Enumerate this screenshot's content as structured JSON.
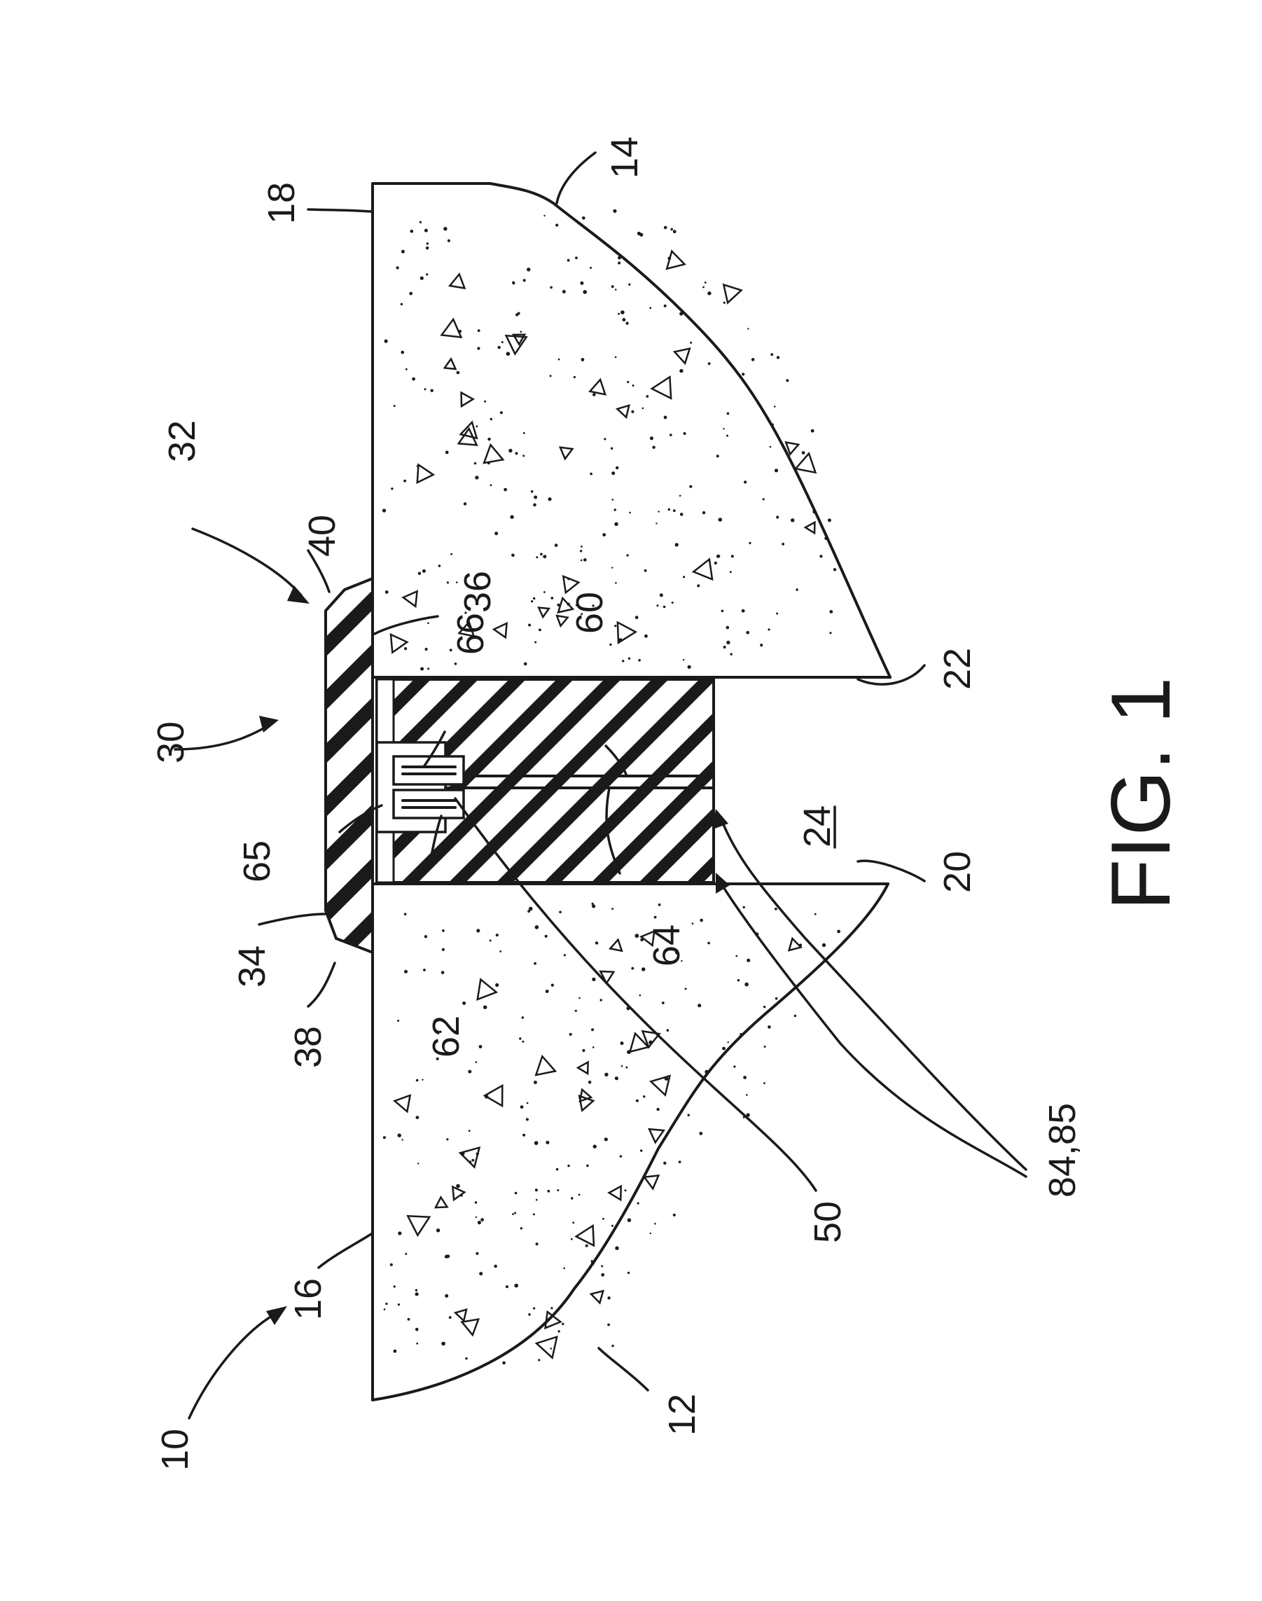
{
  "figure": {
    "title": "FIG. 1"
  },
  "labels": {
    "l10": "10",
    "l12": "12",
    "l14": "14",
    "l16": "16",
    "l18": "18",
    "l20": "20",
    "l22": "22",
    "l24": "24",
    "l30": "30",
    "l32": "32",
    "l34": "34",
    "l36": "36",
    "l38": "38",
    "l40": "40",
    "l50": "50",
    "l60": "60",
    "l62": "62",
    "l64": "64",
    "l65": "65",
    "l66": "66",
    "l84_85": "84,85"
  }
}
